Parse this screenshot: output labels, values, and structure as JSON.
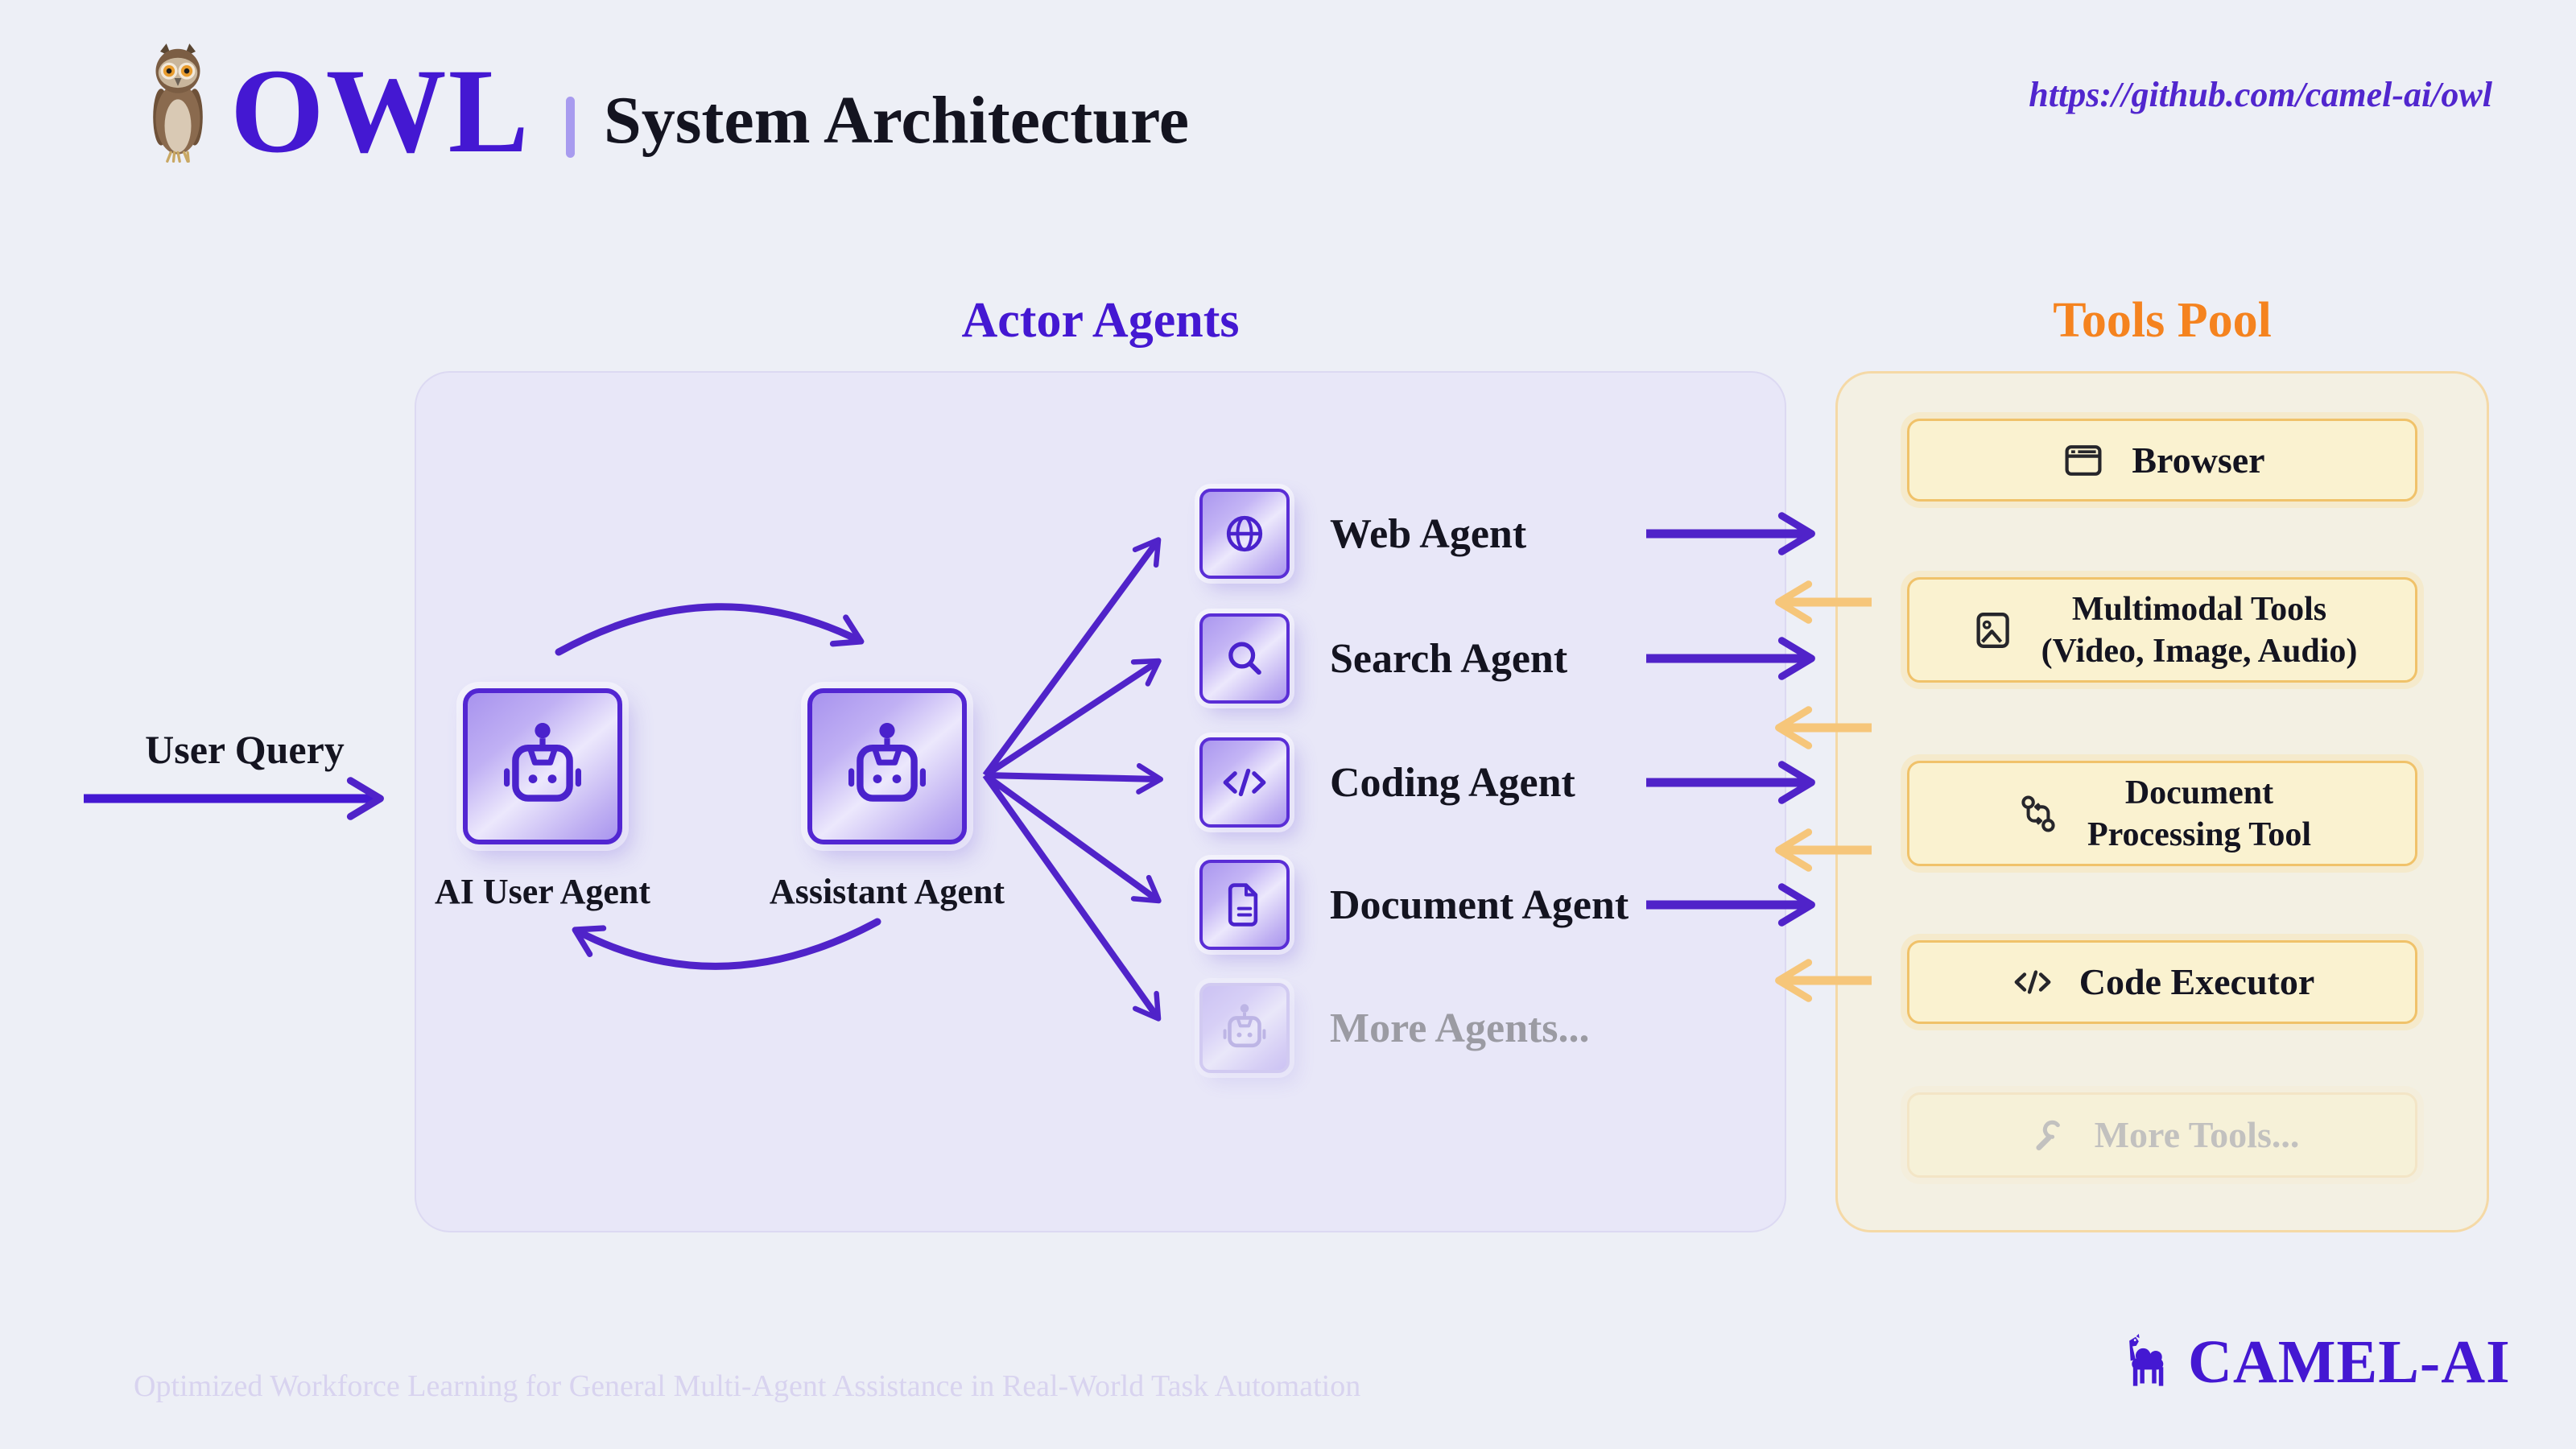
{
  "header": {
    "logo": "OWL",
    "logo_icon": "owl-icon",
    "divider": "|",
    "title": "System Architecture",
    "link": "https://github.com/camel-ai/owl"
  },
  "actor_agents": {
    "title": "Actor Agents",
    "input_label": "User Query",
    "core_agents": [
      {
        "label": "AI User Agent",
        "icon": "robot-icon"
      },
      {
        "label": "Assistant Agent",
        "icon": "robot-icon"
      }
    ],
    "sub_agents": [
      {
        "label": "Web Agent",
        "icon": "globe-icon",
        "muted": false
      },
      {
        "label": "Search Agent",
        "icon": "search-icon",
        "muted": false
      },
      {
        "label": "Coding Agent",
        "icon": "code-icon",
        "muted": false
      },
      {
        "label": "Document Agent",
        "icon": "document-icon",
        "muted": false
      },
      {
        "label": "More Agents...",
        "icon": "robot-icon",
        "muted": true
      }
    ]
  },
  "tools_pool": {
    "title": "Tools Pool",
    "tools": [
      {
        "lines": [
          "Browser"
        ],
        "icon": "browser-icon",
        "muted": false
      },
      {
        "lines": [
          "Multimodal Tools",
          "(Video, Image, Audio)"
        ],
        "icon": "image-icon",
        "muted": false
      },
      {
        "lines": [
          "Document",
          "Processing Tool"
        ],
        "icon": "document-flow-icon",
        "muted": false
      },
      {
        "lines": [
          "Code Executor"
        ],
        "icon": "code-icon",
        "muted": false
      },
      {
        "lines": [
          "More Tools..."
        ],
        "icon": "wrench-icon",
        "muted": true
      }
    ]
  },
  "flows": {
    "agent_to_tool_color": "#5023c9",
    "tool_to_agent_color": "#f6c67a",
    "loop": "AI User Agent <-> Assistant Agent"
  },
  "footer": {
    "tagline": "Optimized Workforce Learning for General Multi-Agent Assistance in Real-World Task Automation",
    "brand": "CAMEL-AI",
    "brand_icon": "camel-icon"
  },
  "colors": {
    "background": "#edeff6",
    "purple": "#4418d2",
    "purple_arrow": "#5023c9",
    "orange": "#f5831f",
    "orange_arrow": "#f6c67a",
    "agents_box_bg": "#e8e7f8",
    "tools_box_bg": "#f3f0e3",
    "tool_card_bg": "#faf2d0",
    "muted_text": "#9b9ba3"
  }
}
